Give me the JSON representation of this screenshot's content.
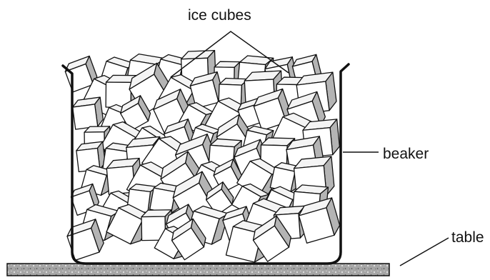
{
  "labels": {
    "ice_cubes": "ice cubes",
    "beaker": "beaker",
    "table": "table"
  },
  "colors": {
    "ink": "#111111",
    "cube_face": "#f4f4f4",
    "cube_shade": "#b4b4b4",
    "table_fill": "#9a9a9a"
  }
}
